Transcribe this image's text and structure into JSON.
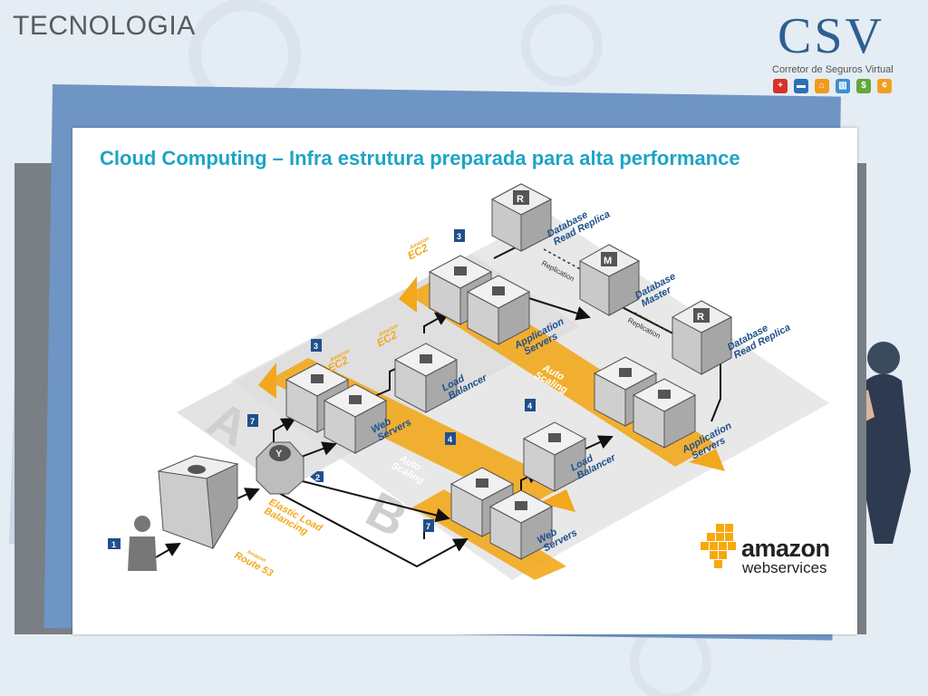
{
  "slide": {
    "heading": "TECNOLOGIA",
    "title": "Cloud Computing – Infra estrutura preparada para alta performance"
  },
  "logo": {
    "name": "CSV",
    "tagline": "Corretor de Seguros Virtual",
    "icons": [
      "plus-icon",
      "car-icon",
      "home-icon",
      "building-icon",
      "money-icon",
      "coin-icon"
    ],
    "icon_colors": [
      "#d8302a",
      "#2f6fb5",
      "#f19a1a",
      "#3a8fd1",
      "#62a83a",
      "#f0a020"
    ]
  },
  "diagram": {
    "ec2_top": {
      "label": "EC2",
      "prefix": "Amazon"
    },
    "ec2_mid": {
      "label": "EC2",
      "prefix": "Amazon"
    },
    "ec2_left": {
      "label": "EC2",
      "prefix": "Amazon"
    },
    "db_read_replica_top": "Database\nRead Replica",
    "db_master": "Database\nMaster",
    "db_read_replica_right": "Database\nRead Replica",
    "replication_1": "Replication",
    "replication_2": "Replication",
    "app_servers_1": "Application\nServers",
    "app_servers_2": "Application\nServers",
    "load_balancer_1": "Load\nBalancer",
    "load_balancer_2": "Load\nBalancer",
    "auto_scaling_1": "Auto\nScaling",
    "auto_scaling_2": "Auto\nScaling",
    "web_servers_1": "Web\nServers",
    "web_servers_2": "Web\nServers",
    "elb": "Elastic Load\nBalancing",
    "route53": {
      "label": "Route 53",
      "prefix": "Amazon"
    },
    "zone_a": "A",
    "zone_b": "B",
    "db_r1_letter": "R",
    "db_m_letter": "M",
    "db_r2_letter": "R",
    "badges": [
      "1",
      "2",
      "3",
      "3",
      "4",
      "4",
      "7",
      "7"
    ]
  },
  "aws_logo": {
    "amazon": "amazon",
    "webservices": "webservices"
  },
  "colors": {
    "title": "#1ea4c7",
    "orange": "#f2a81d",
    "badge": "#1f4f8c",
    "aws_orange": "#f7a80d"
  }
}
